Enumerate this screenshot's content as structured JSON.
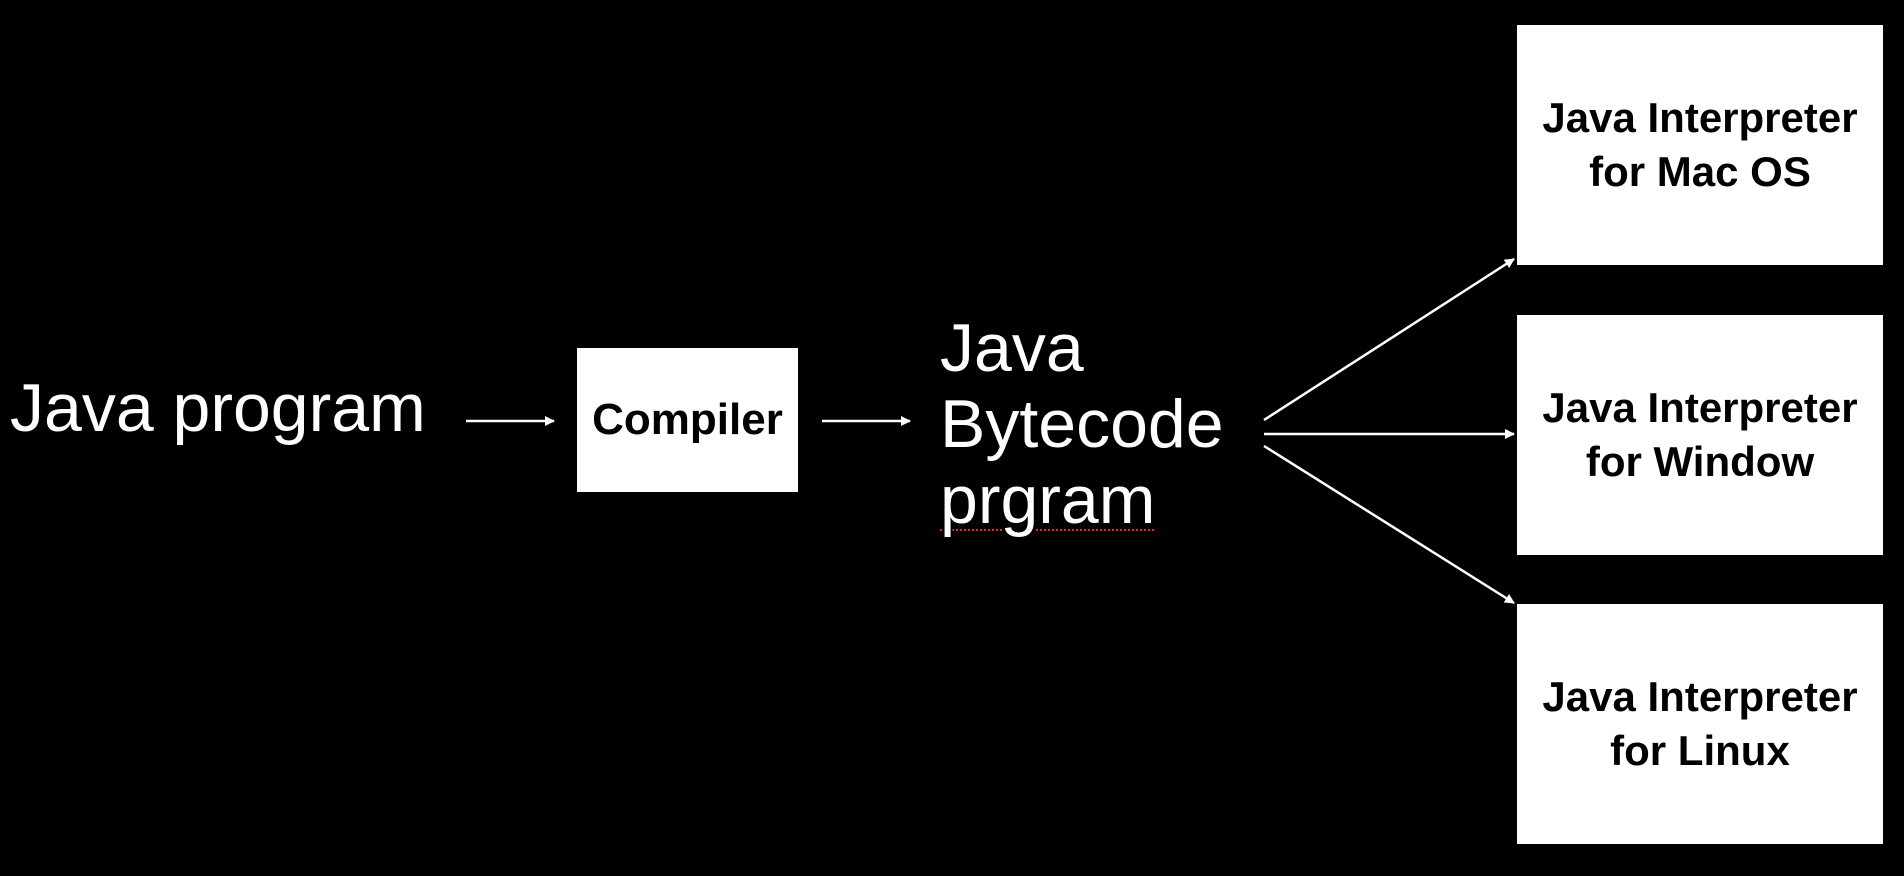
{
  "colors": {
    "background": "#000000",
    "foreground": "#ffffff",
    "box_text": "#000000",
    "spellcheck_underline": "#e03030"
  },
  "diagram": {
    "source": "Java program",
    "compiler": "Compiler",
    "bytecode": {
      "line1": "Java",
      "line2": "Bytecode",
      "line3": "prgram"
    },
    "interpreters": [
      {
        "line1": "Java Interpreter",
        "line2": "for Mac OS"
      },
      {
        "line1": "Java Interpreter",
        "line2": "for Window"
      },
      {
        "line1": "Java Interpreter",
        "line2": "for Linux"
      }
    ]
  }
}
